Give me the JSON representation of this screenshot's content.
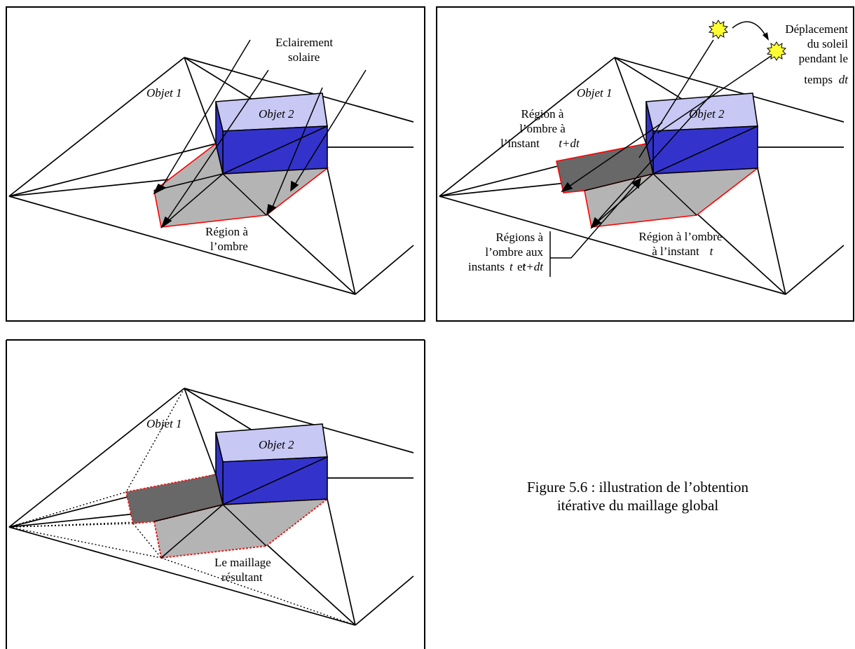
{
  "panel_a": {
    "label_objet1": "Objet 1",
    "label_objet2": "Objet 2",
    "label_eclairement": [
      "Eclairement",
      "solaire"
    ],
    "label_region": [
      "Région à",
      "l’ombre"
    ]
  },
  "panel_b": {
    "label_objet1": "Objet 1",
    "label_objet2": "Objet 2",
    "label_deplacement": [
      "Déplacement",
      "du soleil",
      "pendant le",
      "temps"
    ],
    "label_dt": "dt",
    "label_region_tdt": [
      "Région à",
      "l’ombre à",
      "l’instant"
    ],
    "label_tdt": "t+dt",
    "label_regions": [
      "Régions à",
      "l’ombre aux",
      "instants"
    ],
    "label_t": "t",
    "label_et": "et",
    "label_region_t": [
      "Région à l’ombre",
      "à l’instant"
    ]
  },
  "panel_c": {
    "label_objet1": "Objet 1",
    "label_objet2": "Objet 2",
    "label_maillage": [
      "Le maillage",
      "résultant"
    ]
  },
  "caption": [
    "Figure 5.6 : illustration de l’obtention",
    "itérative du maillage global"
  ],
  "colors": {
    "box_top": "#c8c8f4",
    "box_side": "#3333cc",
    "shadow_light": "#b4b4b4",
    "shadow_dark": "#686868",
    "outline_red": "#ff0000",
    "sun": "#ffff33"
  }
}
